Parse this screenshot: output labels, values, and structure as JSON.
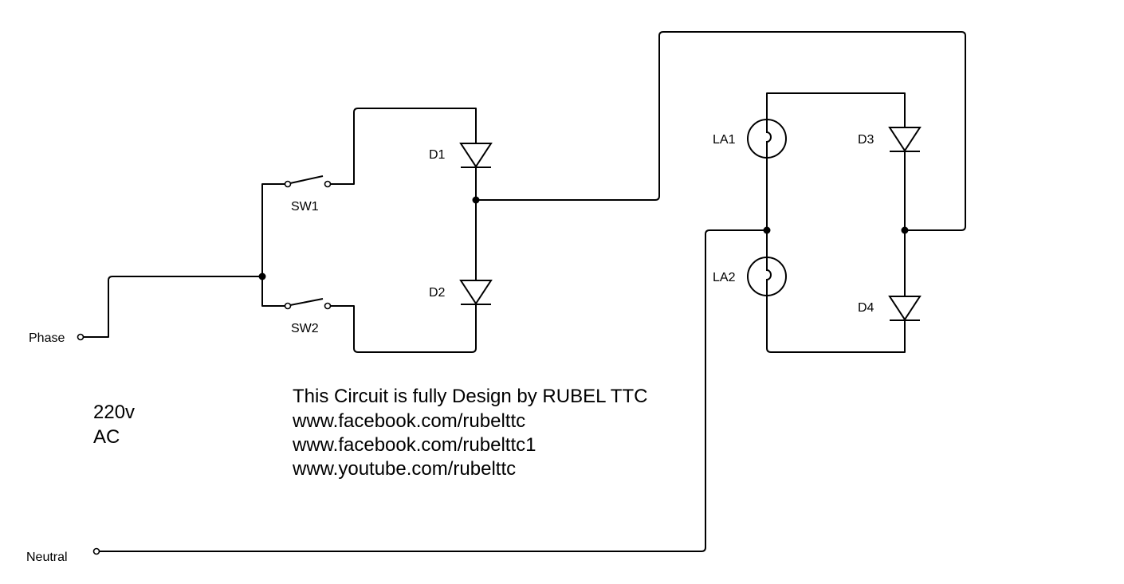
{
  "terminals": {
    "phase": "Phase",
    "neutral": "Neutral"
  },
  "supply": {
    "voltage": "220v",
    "type": "AC"
  },
  "components": {
    "sw1": "SW1",
    "sw2": "SW2",
    "d1": "D1",
    "d2": "D2",
    "d3": "D3",
    "d4": "D4",
    "la1": "LA1",
    "la2": "LA2"
  },
  "credits": [
    "This Circuit is fully Design by RUBEL TTC",
    "www.facebook.com/rubelttc",
    "www.facebook.com/rubelttc1",
    "www.youtube.com/rubelttc"
  ]
}
